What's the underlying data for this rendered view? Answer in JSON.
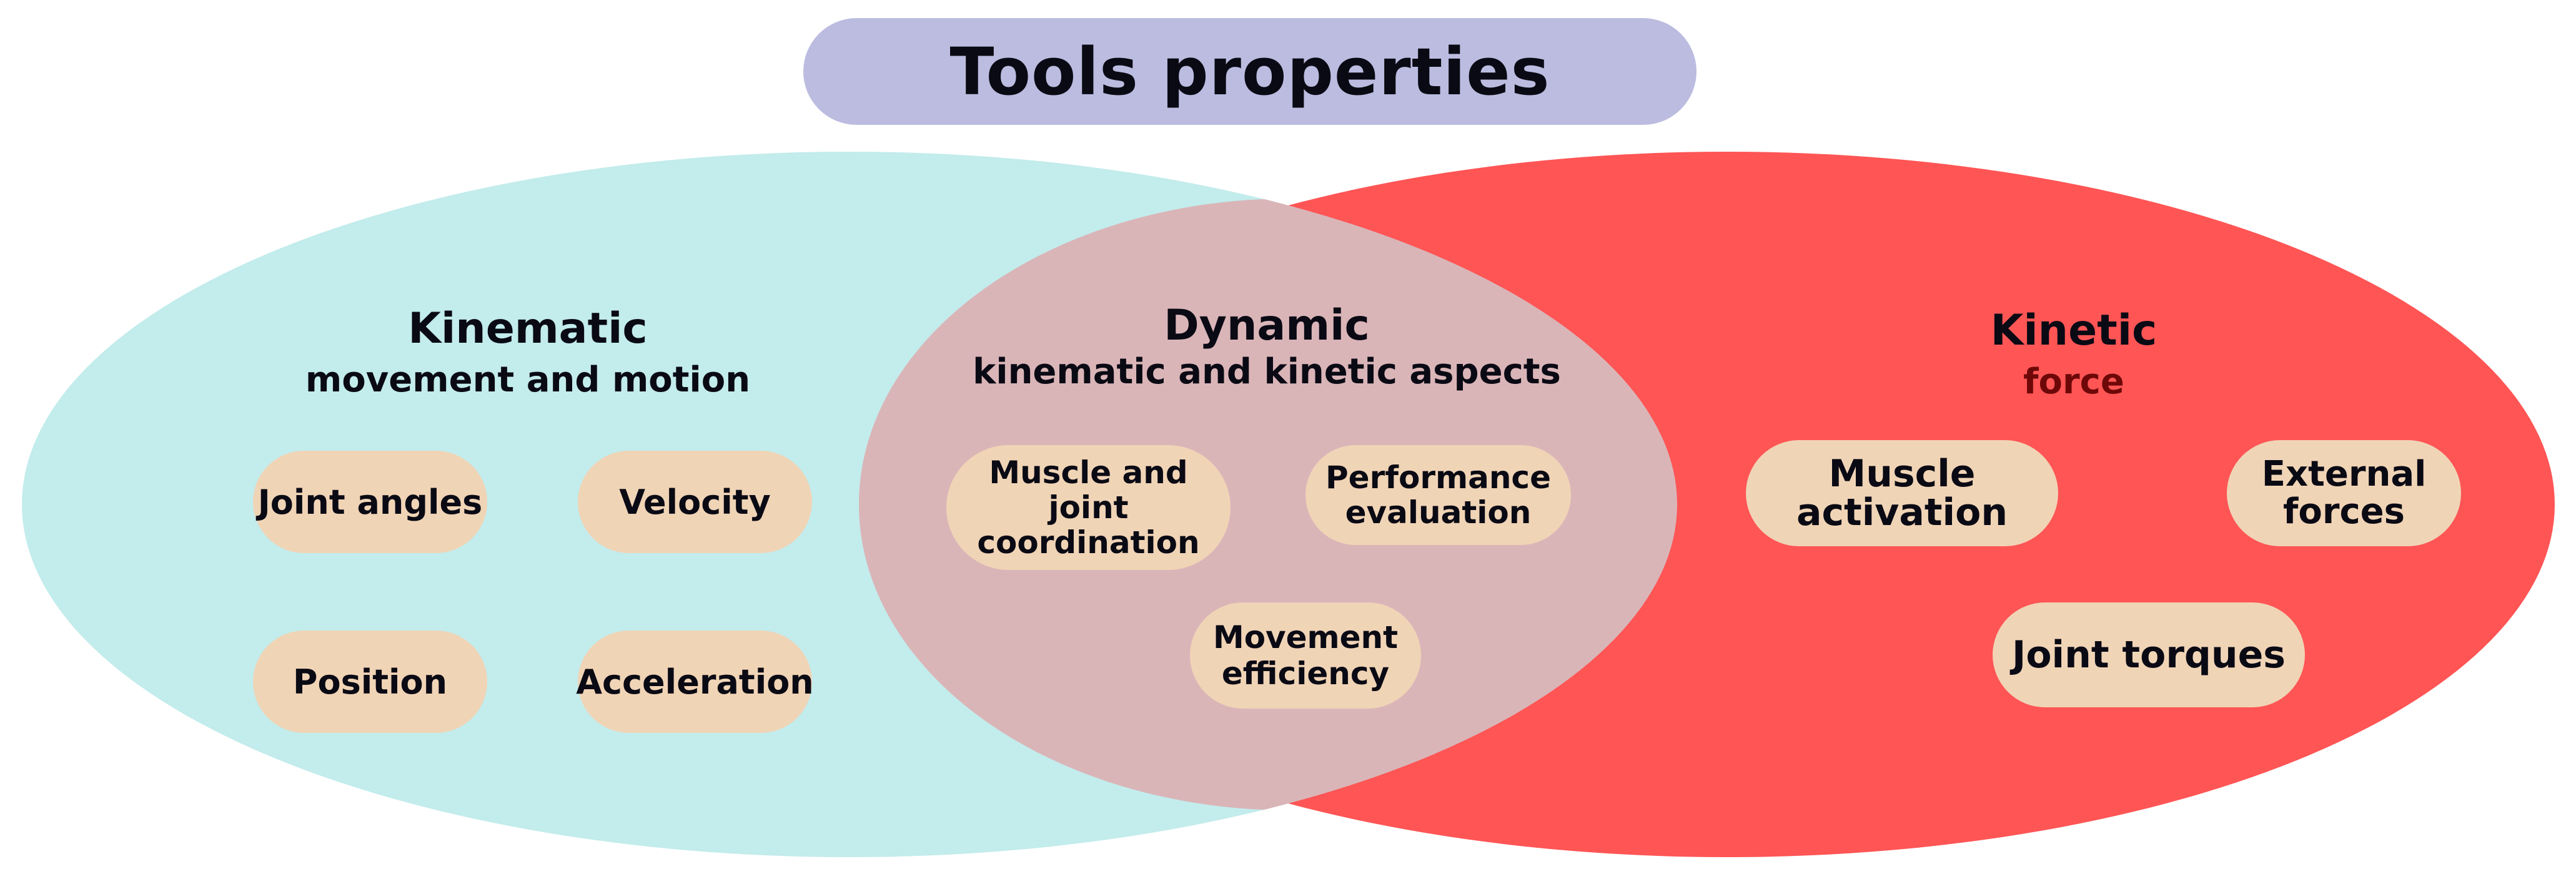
{
  "title": "Tools properties",
  "colors": {
    "title_bg": "#bbbce0",
    "kinematic_fill": "#c3ecec",
    "kinetic_fill": "#ff5555",
    "overlap_fill": "#dab5b8",
    "pill_fill": "#f0d4b6"
  },
  "kinematic": {
    "title": "Kinematic",
    "subtitle": "movement and motion",
    "items": [
      "Joint angles",
      "Velocity",
      "Position",
      "Acceleration"
    ]
  },
  "dynamic": {
    "title": "Dynamic",
    "subtitle": "kinematic and kinetic aspects",
    "items": [
      "Muscle and joint coordination",
      "Performance evaluation",
      "Movement efficiency"
    ]
  },
  "kinetic": {
    "title": "Kinetic",
    "subtitle": "force",
    "items": [
      "Muscle activation",
      "External forces",
      "Joint torques"
    ]
  }
}
